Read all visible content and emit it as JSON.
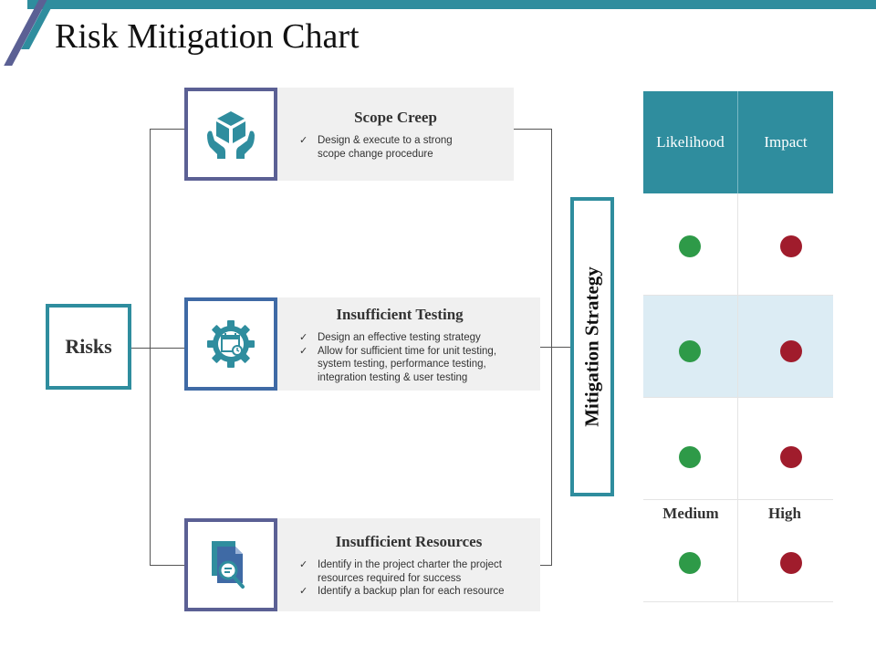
{
  "title": "Risk Mitigation Chart",
  "root": {
    "label": "Risks"
  },
  "risks": [
    {
      "title": "Scope Creep",
      "icon": "hands-cube-icon",
      "bullets": [
        "Design & execute to a strong\nscope change procedure"
      ]
    },
    {
      "title": "Insufficient Testing",
      "icon": "gear-calendar-icon",
      "bullets": [
        "Design an effective testing strategy",
        "Allow for sufficient time for unit testing,\nsystem testing, performance testing,\nintegration testing & user testing"
      ]
    },
    {
      "title": "Insufficient Resources",
      "icon": "document-search-icon",
      "bullets": [
        "Identify in the project charter the project\nresources required for success",
        "Identify a backup plan for each resource"
      ]
    }
  ],
  "strategy": {
    "label": "Mitigation Strategy"
  },
  "matrix": {
    "columns": [
      "Likelihood",
      "Impact"
    ],
    "levels": {
      "medium": "Medium",
      "high": "High"
    },
    "rows": [
      {
        "likelihood": "green",
        "impact": "red"
      },
      {
        "likelihood": "green",
        "impact": "red"
      },
      {
        "likelihood": "green",
        "impact": "red"
      },
      {
        "likelihood": "green",
        "impact": "red"
      }
    ]
  },
  "colors": {
    "teal": "#2f8d9e",
    "indigo": "#5b6094",
    "blue": "#3f6aa5",
    "green": "#2e9a48",
    "red": "#a01c2c",
    "band": "#dcecf4"
  }
}
